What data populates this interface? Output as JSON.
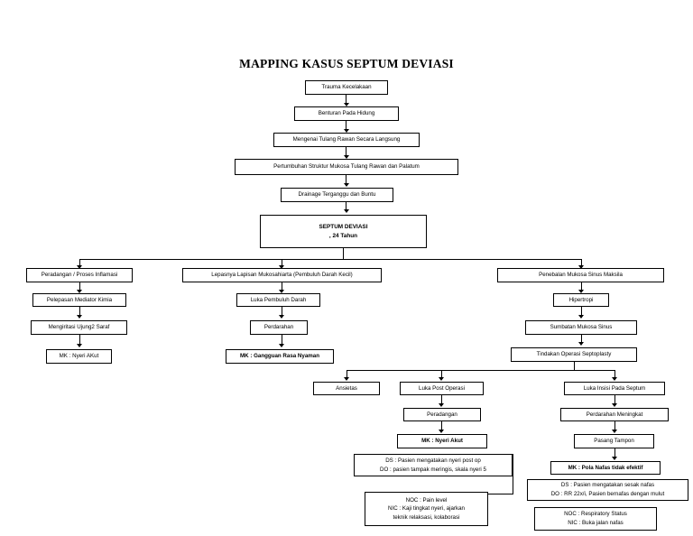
{
  "title": "MAPPING KASUS SEPTUM DEVIASI",
  "colors": {
    "stroke": "#000000",
    "background": "#ffffff",
    "text": "#000000"
  },
  "chain_top": [
    {
      "id": "trauma",
      "label": "Trauma Kecelakaan"
    },
    {
      "id": "benturan",
      "label": "Benturan Pada Hidung"
    },
    {
      "id": "mengenai",
      "label": "Mengenai Tulang Rawan Secara Langsung"
    },
    {
      "id": "pertumbuhan",
      "label": "Pertumbuhan Struktur Mukosa Tulang Rawan dan Palatum"
    },
    {
      "id": "drainage",
      "label": "Drainage Terganggu dan Buntu"
    }
  ],
  "central": {
    "id": "septum-deviasi",
    "line1": "SEPTUM DEVIASI",
    "line2": ", 24 Tahun"
  },
  "branches": {
    "left": [
      {
        "id": "peradangan-inflamasi",
        "label": "Peradangan / Proses Inflamasi"
      },
      {
        "id": "pelepasan-mediator",
        "label": "Pelepasan Mediator Kimia"
      },
      {
        "id": "mengiritasi-saraf",
        "label": "Mengiritasi Ujung2 Saraf"
      },
      {
        "id": "mk-nyeri-akut-kiri",
        "label": "MK : Nyeri AKut"
      }
    ],
    "middle": [
      {
        "id": "lepasnya-lapisan",
        "label": "Lepasnya Lapisan Mukosahiarta (Pembuluh Darah Kecil)"
      },
      {
        "id": "luka-pembuluh-darah",
        "label": "Luka Pembuluh Darah"
      },
      {
        "id": "perdarahan",
        "label": "Perdarahan"
      },
      {
        "id": "mk-gangguan-rasa-nyaman",
        "label": "MK : Gangguan Rasa Nyaman"
      }
    ],
    "right": [
      {
        "id": "penebalan-mukosa",
        "label": "Penebalan Mukosa Sinus Maksila"
      },
      {
        "id": "hipertropi",
        "label": "Hipertropi"
      },
      {
        "id": "sumbatan-mukosa",
        "label": "Sumbatan Mukosa Sinus"
      },
      {
        "id": "tindakan-operasi",
        "label": "Tindakan Operasi Septoplasty"
      }
    ]
  },
  "post_op": {
    "ansietas": {
      "id": "ansietas",
      "label": "Ansietas"
    },
    "middle": [
      {
        "id": "luka-post-operasi",
        "label": "Luka Post Operasi"
      },
      {
        "id": "peradangan-post",
        "label": "Peradangan"
      },
      {
        "id": "mk-nyeri-akut-post",
        "label": "MK : Nyeri Akut"
      }
    ],
    "right": [
      {
        "id": "luka-insisi-septum",
        "label": "Luka Insisi Pada Septum"
      },
      {
        "id": "perdarahan-meningkat",
        "label": "Perdarahan Meningkat"
      },
      {
        "id": "pasang-tampon",
        "label": "Pasang Tampon"
      },
      {
        "id": "mk-pola-nafas",
        "label": "MK : Pola Nafas tidak efektif"
      }
    ]
  },
  "assessments": {
    "nyeri": {
      "id": "assessment-nyeri",
      "lines": [
        "DS : Pasien mengatakan nyeri post op",
        "DO : pasien tampak meringis, skala nyeri 5"
      ]
    },
    "nyeri_plan": {
      "id": "plan-nyeri",
      "lines": [
        "NOC : Pain level",
        "NIC : Kaji tingkat nyeri, ajarkan",
        "teknik relaksasi, kolaborasi"
      ]
    },
    "nafas": {
      "id": "assessment-nafas",
      "lines": [
        "DS : Pasien mengatakan sesak nafas",
        "DO : RR 22x/i, Pasien bernafas dengan mulut"
      ]
    },
    "nafas_plan": {
      "id": "plan-nafas",
      "lines": [
        "NOC : Respiratory Status",
        "NIC : Buka jalan nafas"
      ]
    }
  }
}
